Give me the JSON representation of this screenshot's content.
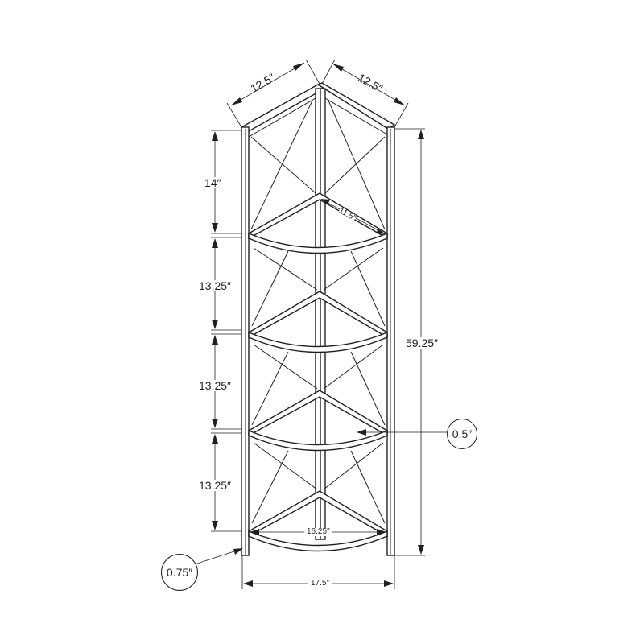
{
  "diagram": {
    "subject": "Corner bookshelf dimension drawing",
    "colors": {
      "line": "#231f20",
      "background": "#ffffff"
    },
    "dimensions": {
      "depth_left": "12.5″",
      "depth_right": "12.5″",
      "shelf_edge": "11.5″",
      "top_section_height": "14″",
      "section_2_height": "13.25″",
      "section_3_height": "13.25″",
      "section_4_height": "13.25″",
      "total_height": "59.25″",
      "shelf_thickness": "0.5″",
      "leg_thickness": "0.75″",
      "bottom_shelf_width": "16.25″",
      "overall_width": "17.5″"
    }
  }
}
